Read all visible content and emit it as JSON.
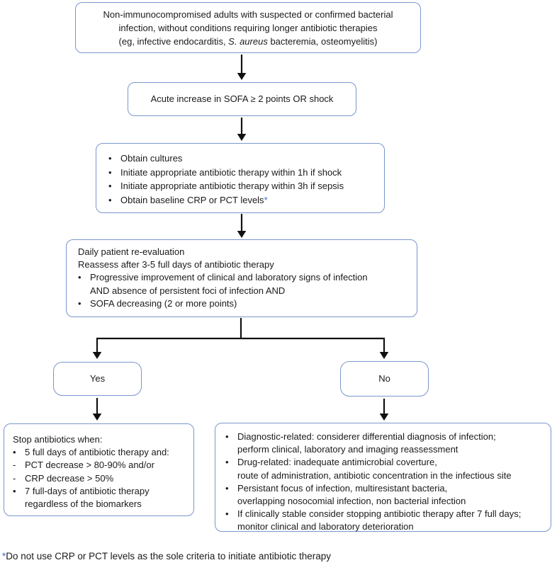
{
  "palette": {
    "box_border": "#7b96ce",
    "accent_asterisk": "#3f6dc9",
    "text": "#1a1a1a",
    "connector": "#111111",
    "background": "#ffffff"
  },
  "flow": {
    "eligibility": {
      "line1": "Non-immunocompromised adults with suspected or confirmed bacterial",
      "line2": "infection, without conditions requiring longer antibiotic therapies",
      "line3_pre": "(eg, infective endocarditis, ",
      "line3_species": "S. aureus",
      "line3_post": " bacteremia, osteomyelitis)"
    },
    "trigger": {
      "text": "Acute increase in SOFA ≥ 2 points OR shock"
    },
    "initial_actions": {
      "bullets": [
        {
          "marker": "•",
          "text": "Obtain cultures"
        },
        {
          "marker": "•",
          "text": "Initiate appropriate antibiotic therapy within 1h if shock"
        },
        {
          "marker": "•",
          "text": "Initiate appropriate antibiotic therapy within 3h if sepsis"
        },
        {
          "marker": "•",
          "text": "Obtain baseline CRP or PCT levels",
          "asterisk": "*"
        }
      ]
    },
    "reevaluation": {
      "line1": "Daily patient re-evaluation",
      "line2": "Reassess after 3-5 full days of antibiotic therapy",
      "bullets": [
        {
          "marker": "•",
          "line1": "Progressive improvement of clinical and laboratory signs of infection",
          "line2": "AND absence of persistent foci of infection AND"
        },
        {
          "marker": "•",
          "line1": "SOFA decreasing (2 or more points)"
        }
      ]
    },
    "yes_label": "Yes",
    "no_label": "No",
    "stop_box": {
      "title": "Stop antibiotics when:",
      "bullets": [
        {
          "marker": "•",
          "line1": "5 full days of antibiotic therapy and:"
        },
        {
          "marker": "-",
          "line1": "PCT decrease > 80-90% and/or"
        },
        {
          "marker": "-",
          "line1": "CRP decrease > 50%"
        },
        {
          "marker": "•",
          "line1": "7 full-days of antibiotic therapy",
          "line2": "regardless of the biomarkers"
        }
      ]
    },
    "no_outcome_box": {
      "bullets": [
        {
          "marker": "•",
          "line1": "Diagnostic-related: considerer differential diagnosis of infection;",
          "line2": "perform clinical, laboratory and imaging reassessment"
        },
        {
          "marker": "•",
          "line1": "Drug-related: inadequate antimicrobial coverture,",
          "line2": "route of administration, antibiotic concentration in the infectious site"
        },
        {
          "marker": "•",
          "line1": "Persistant focus of infection, multiresistant bacteria,",
          "line2": "overlapping nosocomial infection, non bacterial infection"
        },
        {
          "marker": "•",
          "line1": "If clinically stable consider stopping antibiotic therapy after 7 full days;",
          "line2": "monitor clinical and laboratory deterioration"
        }
      ]
    }
  },
  "footnote": {
    "asterisk": "*",
    "text": "Do not use CRP or PCT levels as the sole criteria to initiate antibiotic therapy"
  }
}
